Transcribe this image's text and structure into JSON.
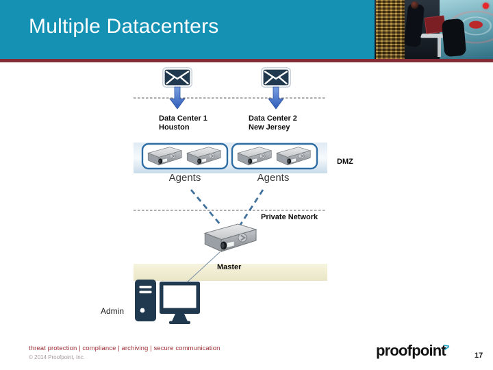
{
  "header": {
    "title": "Multiple Datacenters"
  },
  "diagram": {
    "datacenters": [
      {
        "name": "Data Center 1",
        "location": "Houston",
        "agents_label": "Agents"
      },
      {
        "name": "Data Center 2",
        "location": "New Jersey",
        "agents_label": "Agents"
      }
    ],
    "zones": {
      "dmz_label": "DMZ",
      "private_network_label": "Private Network"
    },
    "master_label": "Master",
    "admin_label": "Admin",
    "icons": {
      "mail": "envelope",
      "flow": "down-arrow",
      "agent": "rack-server",
      "master": "rack-server",
      "admin": "tower-and-monitor"
    }
  },
  "footer": {
    "tagline": "threat protection | compliance | archiving | secure communication",
    "copyright": "© 2014 Proofpoint, Inc.",
    "logo_text": "proofpoint",
    "logo_mark": ">",
    "page_number": "17"
  },
  "colors": {
    "header_teal": "#1591B4",
    "divider_maroon": "#842D37",
    "envelope_navy": "#20394F",
    "arrow_blue": "#4472C4",
    "agent_box_border": "#2E6DA4",
    "dashed_link_blue": "#41719C",
    "dmz_band_blue": "#D9E6F2",
    "private_band_cream": "#F0EDD3",
    "footer_red": "#9E3137",
    "logo_teal": "#1FA3C2"
  }
}
